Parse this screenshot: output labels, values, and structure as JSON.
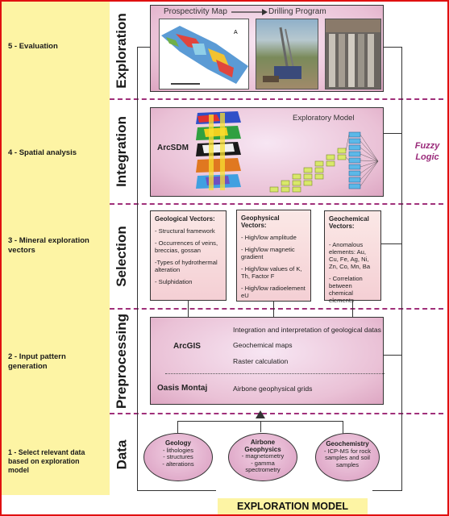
{
  "stages": [
    "5 - Evaluation",
    "4 - Spatial analysis",
    "3 - Mineral exploration vectors",
    "2 - Input pattern generation",
    "1 - Select relevant data based on exploration model"
  ],
  "phases": [
    "Exploration",
    "Integration",
    "Selection",
    "Preprocessing",
    "Data"
  ],
  "evaluation": {
    "prospectivity": "Prospectivity Map",
    "drilling": "Drilling Program"
  },
  "integration": {
    "arcsdm": "ArcSDM",
    "model": "Exploratory Model",
    "fuzzy": "Fuzzy\nLogic"
  },
  "vectors": {
    "geological": {
      "title": "Geological Vectors:",
      "items": [
        "- Structural framework",
        "- Occurrences of veins, breccias, gossan",
        "-Types of hydrothermal alteration",
        "- Sulphidation"
      ]
    },
    "geophysical": {
      "title": "Geophysical Vectors:",
      "items": [
        "- High/low amplitude",
        "- High/low magnetic gradient",
        "- High/low values of K, Th, Factor F",
        "- High/low radioelement eU"
      ]
    },
    "geochemical": {
      "title": "Geochemical Vectors:",
      "items": [
        "- Anomalous elements: Au, Cu, Fe, Ag, Ni, Zn, Co, Mn, Ba",
        "- Correlation between chemical elements"
      ]
    }
  },
  "preprocessing": {
    "arcgis": "ArcGIS",
    "oasis": "Oasis Montaj",
    "items": [
      "Integration and interpretation of geological datas",
      "Geochemical maps",
      "Raster calculation"
    ],
    "oasis_item": "Airbone geophysical grids"
  },
  "data": {
    "geology": {
      "title": "Geology",
      "items": [
        "- lithologies",
        "- structures",
        "- alterations"
      ]
    },
    "airborne": {
      "title": "Airbone Geophysics",
      "items": [
        "- magnetometry",
        "- gamma spectrometry"
      ]
    },
    "geochemistry": {
      "title": "Geochemistry",
      "items": [
        "- ICP-MS for rock samples and soil samples"
      ]
    }
  },
  "footer": "EXPLORATION MODEL"
}
